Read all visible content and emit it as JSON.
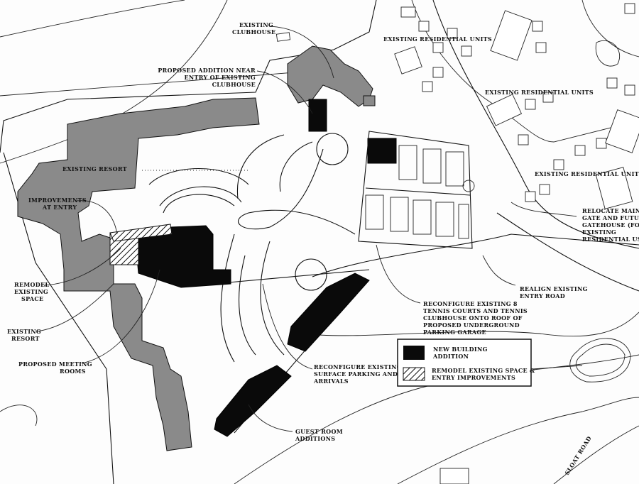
{
  "labels": {
    "existing_clubhouse": [
      "EXISTING",
      "CLUBHOUSE"
    ],
    "proposed_addition": [
      "PROPOSED ADDITION NEAR",
      "ENTRY OF EXISTING",
      "CLUBHOUSE"
    ],
    "residential_1": "EXISTING RESIDENTIAL UNITS",
    "residential_2": "EXISTING RESIDENTIAL UNITS",
    "residential_3": "EXISTING RESIDENTIAL UNITS",
    "existing_resort_top": "EXISTING RESORT",
    "improvements_entry": [
      "IMPROVEMENTS",
      "AT ENTRY"
    ],
    "relocate_gate": [
      "RELOCATE MAIN",
      "GATE AND FUTURE",
      "GATEHOUSE (FOR",
      "EXISTING",
      "RESIDENTIAL USES)"
    ],
    "remodel_space": [
      "REMODEL",
      "EXISTING",
      "SPACE"
    ],
    "realign_road": [
      "REALIGN EXISTING",
      "ENTRY ROAD"
    ],
    "reconfigure_tennis": [
      "RECONFIGURE EXISTING 8",
      "TENNIS COURTS AND TENNIS",
      "CLUBHOUSE ONTO ROOF OF",
      "PROPOSED UNDERGROUND",
      "PARKING GARAGE"
    ],
    "existing_resort_left": [
      "EXISTING",
      "RESORT"
    ],
    "meeting_rooms": [
      "PROPOSED MEETING",
      "ROOMS"
    ],
    "reconfigure_parking": [
      "RECONFIGURE EXISTING",
      "SURFACE PARKING AND",
      "ARRIVALS"
    ],
    "guest_rooms": [
      "GUEST ROOM",
      "ADDITIONS"
    ],
    "sloat_road": "SLOAT ROAD"
  },
  "legend": {
    "new_building": [
      "NEW BUILDING",
      "ADDITION"
    ],
    "remodel": [
      "REMODEL EXISTING SPACE &",
      "ENTRY IMPROVEMENTS"
    ]
  },
  "colors": {
    "existing": "#8a8a8a",
    "new": "#0a0a0a"
  }
}
